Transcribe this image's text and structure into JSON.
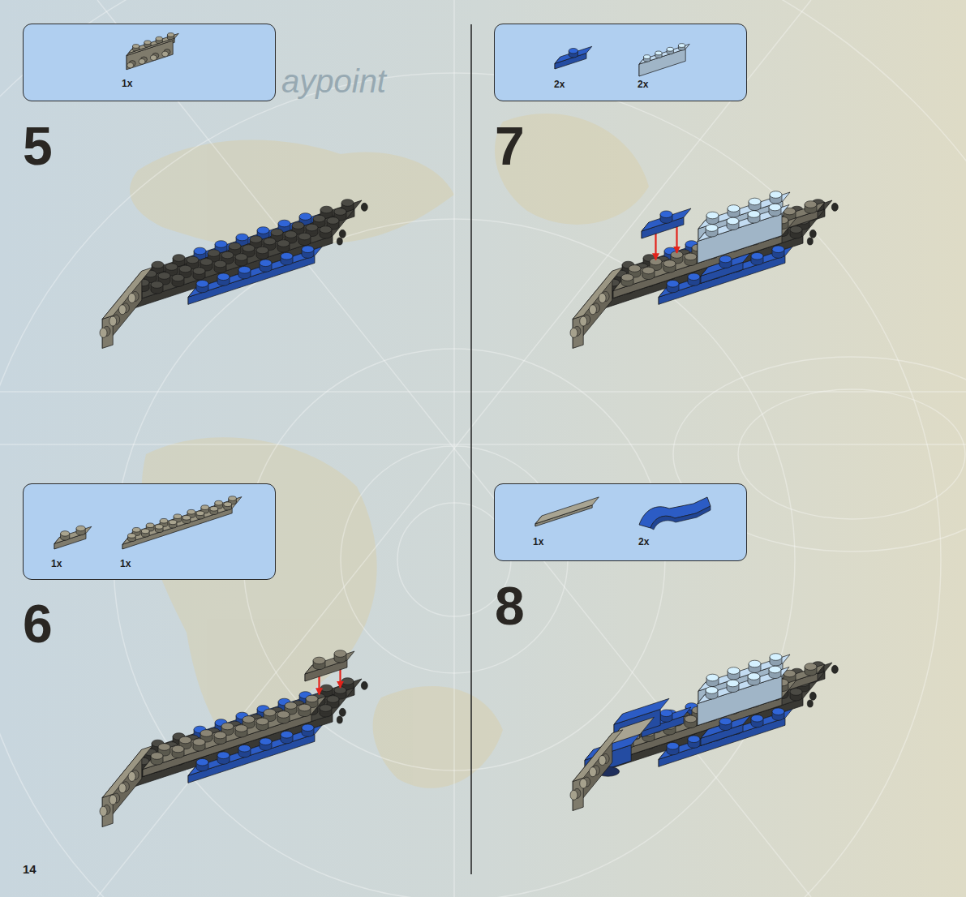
{
  "diagram": {
    "nodes": [
      {
        "text": [
          "1x"
        ]
      },
      {
        "text": [
          "1x",
          "1x"
        ]
      },
      {
        "text": [
          "2x",
          "2x"
        ]
      },
      {
        "text": [
          "1x",
          "2x"
        ]
      }
    ],
    "labels": [
      "aypoint",
      "5",
      "6",
      "7",
      "8",
      "14"
    ]
  }
}
